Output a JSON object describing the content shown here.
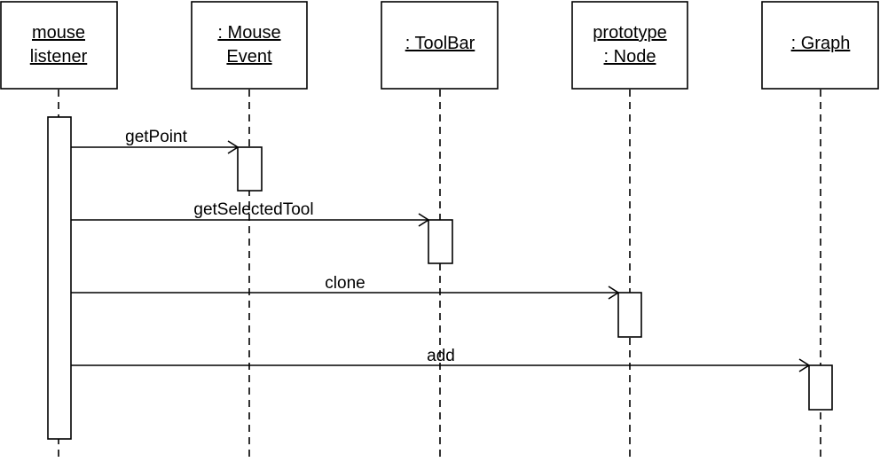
{
  "objects": [
    {
      "id": "mouse-listener",
      "lines": [
        "mouse",
        "listener"
      ]
    },
    {
      "id": "mouse-event",
      "lines": [
        ": Mouse",
        "Event"
      ]
    },
    {
      "id": "toolbar",
      "lines": [
        ": ToolBar"
      ]
    },
    {
      "id": "prototype-node",
      "lines": [
        "prototype",
        ": Node"
      ]
    },
    {
      "id": "graph",
      "lines": [
        ": Graph"
      ]
    }
  ],
  "messages": [
    {
      "id": "getpoint",
      "label": "getPoint",
      "from": "mouse-listener",
      "to": "mouse-event"
    },
    {
      "id": "getselectedtool",
      "label": "getSelectedTool",
      "from": "mouse-listener",
      "to": "toolbar"
    },
    {
      "id": "clone",
      "label": "clone",
      "from": "mouse-listener",
      "to": "prototype-node"
    },
    {
      "id": "add",
      "label": "add",
      "from": "mouse-listener",
      "to": "graph"
    }
  ],
  "colors": {
    "stroke": "#000000",
    "background": "#ffffff"
  }
}
